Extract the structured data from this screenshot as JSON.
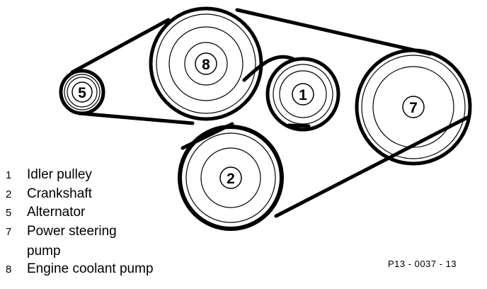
{
  "pulleys": [
    {
      "id": "8",
      "label": "8"
    },
    {
      "id": "1",
      "label": "1"
    },
    {
      "id": "5",
      "label": "5"
    },
    {
      "id": "7",
      "label": "7"
    },
    {
      "id": "2",
      "label": "2"
    }
  ],
  "legend": [
    {
      "num": "1",
      "text": "Idler pulley"
    },
    {
      "num": "2",
      "text": "Crankshaft"
    },
    {
      "num": "5",
      "text": "Alternator"
    },
    {
      "num": "7",
      "text": "Power steering",
      "cont": "pump"
    },
    {
      "num": "8",
      "text": "Engine coolant pump"
    }
  ],
  "reference": "P13 - 0037 - 13"
}
